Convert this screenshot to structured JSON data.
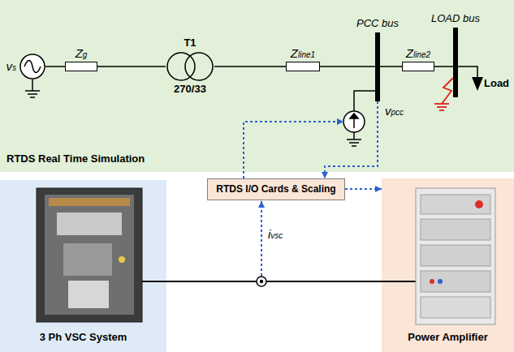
{
  "diagram": {
    "nodes": [
      {
        "text": [
          "RTDS Real Time Simulation"
        ]
      },
      {
        "text": [
          "vs"
        ],
        "in": 0
      },
      {
        "text": [
          "Zg"
        ],
        "in": 0
      },
      {
        "text": [
          "T1",
          "270/33"
        ],
        "in": 0
      },
      {
        "text": [
          "Zline1"
        ],
        "in": 0
      },
      {
        "text": [
          "PCC bus"
        ],
        "in": 0
      },
      {
        "text": [
          "Zline2"
        ],
        "in": 0
      },
      {
        "text": [
          "LOAD bus"
        ],
        "in": 0
      },
      {
        "text": [
          "RTDS I/O Cards & Scaling"
        ]
      },
      {
        "text": [
          "3 Ph VSC System"
        ]
      },
      {
        "text": [
          "Power Amplifier"
        ]
      }
    ],
    "edges": [
      {
        "from": 1,
        "to": 2,
        "arrow": "none"
      },
      {
        "from": 2,
        "to": 3,
        "arrow": "none"
      },
      {
        "from": 3,
        "to": 4,
        "arrow": "none"
      },
      {
        "from": 4,
        "to": 5,
        "arrow": "none"
      },
      {
        "from": 5,
        "to": 6,
        "arrow": "none"
      },
      {
        "from": 6,
        "to": 7,
        "arrow": "none"
      },
      {
        "from": 5,
        "to": 8,
        "arrow": "to"
      },
      {
        "from": 8,
        "to": 10,
        "arrow": "to"
      },
      {
        "from": 9,
        "to": 10,
        "arrow": "none"
      }
    ],
    "labels": [
      "vpcc",
      "ivsc",
      "Load"
    ]
  }
}
